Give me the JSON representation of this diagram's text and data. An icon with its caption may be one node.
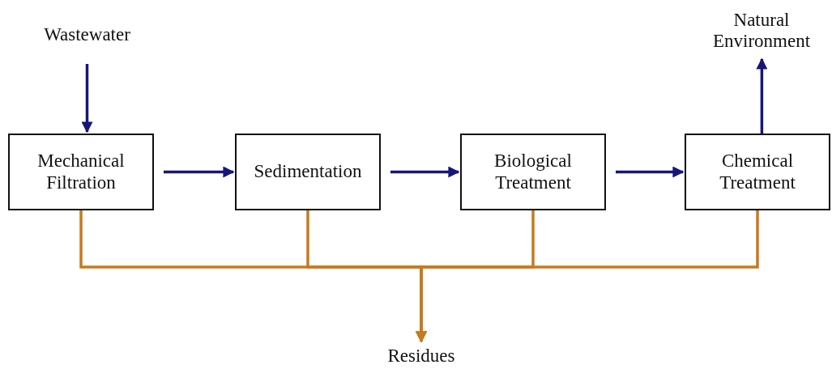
{
  "diagram": {
    "nodes": [
      {
        "text": [
          "Wastewater"
        ]
      },
      {
        "text": [
          "Mechanical Filtration"
        ]
      },
      {
        "text": [
          "Sedimentation"
        ]
      },
      {
        "text": [
          "Biological Treatment"
        ]
      },
      {
        "text": [
          "Chemical Treatment"
        ]
      },
      {
        "text": [
          "Natural Environment"
        ]
      },
      {
        "text": [
          "Residues"
        ]
      }
    ],
    "edges": [
      {
        "from": 0,
        "to": 1,
        "arrow": "to"
      },
      {
        "from": 1,
        "to": 2,
        "arrow": "to"
      },
      {
        "from": 2,
        "to": 3,
        "arrow": "to"
      },
      {
        "from": 3,
        "to": 4,
        "arrow": "to"
      },
      {
        "from": 4,
        "to": 5,
        "arrow": "to"
      },
      {
        "from": 1,
        "to": 6,
        "arrow": "to",
        "color": "#c87a1e"
      },
      {
        "from": 2,
        "to": 6,
        "arrow": "to",
        "color": "#c87a1e"
      },
      {
        "from": 3,
        "to": 6,
        "arrow": "to",
        "color": "#c87a1e"
      },
      {
        "from": 4,
        "to": 6,
        "arrow": "to",
        "color": "#c87a1e"
      }
    ]
  }
}
